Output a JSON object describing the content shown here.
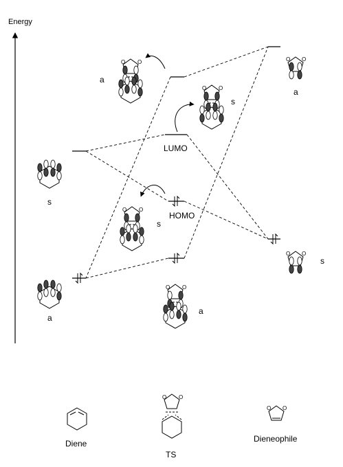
{
  "axis": {
    "label": "Energy"
  },
  "levels": {
    "lumo_label": "LUMO",
    "homo_label": "HOMO"
  },
  "symmetry": {
    "dieneophile_top": "a",
    "ts_top_left": "a",
    "ts_upper_right": "s",
    "diene_upper": "s",
    "ts_middle": "s",
    "dieneophile_lower": "s",
    "diene_lower": "a",
    "ts_lower": "a"
  },
  "legend": {
    "diene": "Diene",
    "ts": "TS",
    "dienophile": "Dieneophile"
  }
}
